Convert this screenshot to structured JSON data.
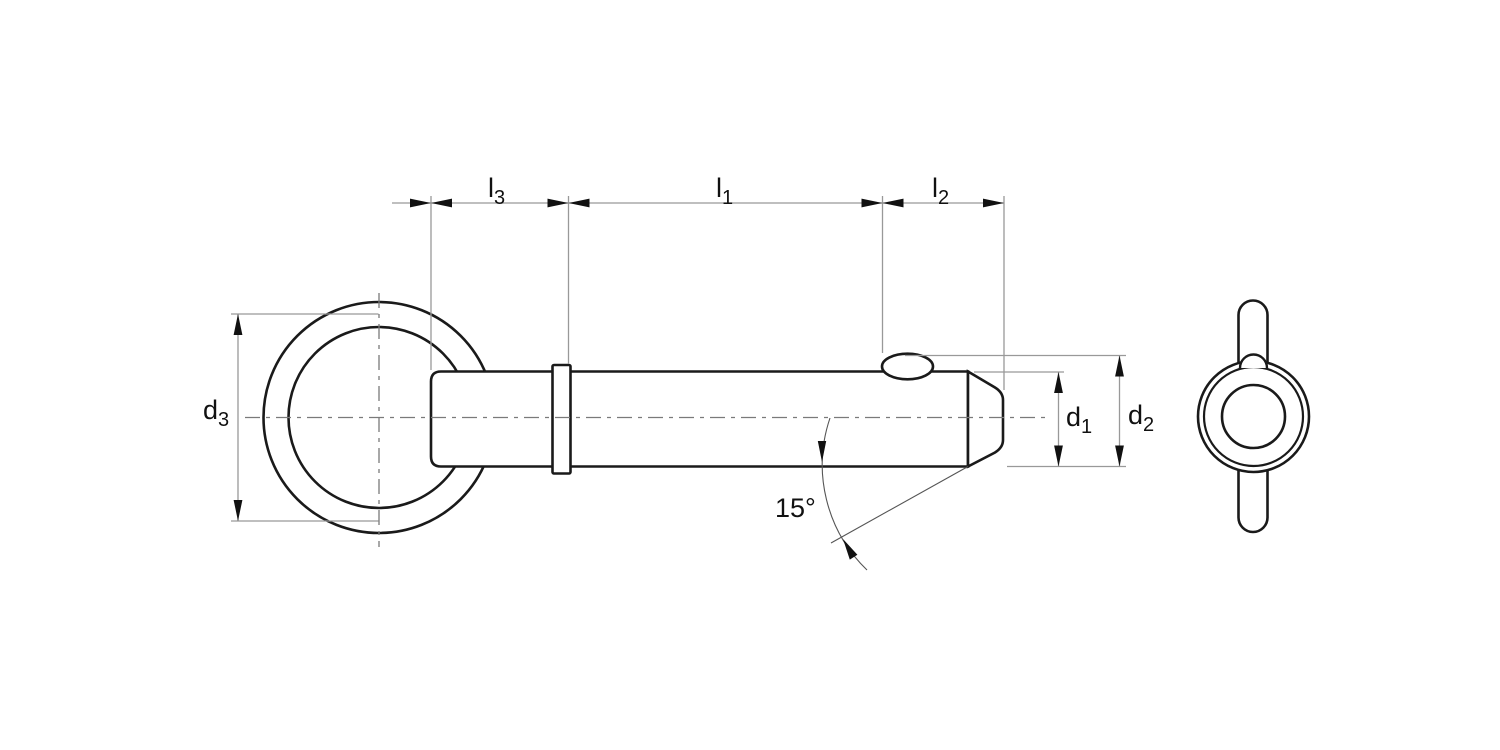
{
  "drawing": {
    "type": "technical-drawing",
    "subject": "ball-lock pull pin with ring handle, side view and end view",
    "background_color": "#ffffff",
    "line_colors": {
      "object": "#1a1a1a",
      "dimension": "#999999",
      "centerline": "#7a7a7a",
      "annotation": "#555555",
      "text": "#111111"
    },
    "labels": {
      "l3": {
        "base": "l",
        "sub": "3"
      },
      "l1": {
        "base": "l",
        "sub": "1"
      },
      "l2": {
        "base": "l",
        "sub": "2"
      },
      "d3": {
        "base": "d",
        "sub": "3"
      },
      "d1": {
        "base": "d",
        "sub": "1"
      },
      "d2": {
        "base": "d",
        "sub": "2"
      },
      "angle": "15°"
    }
  }
}
